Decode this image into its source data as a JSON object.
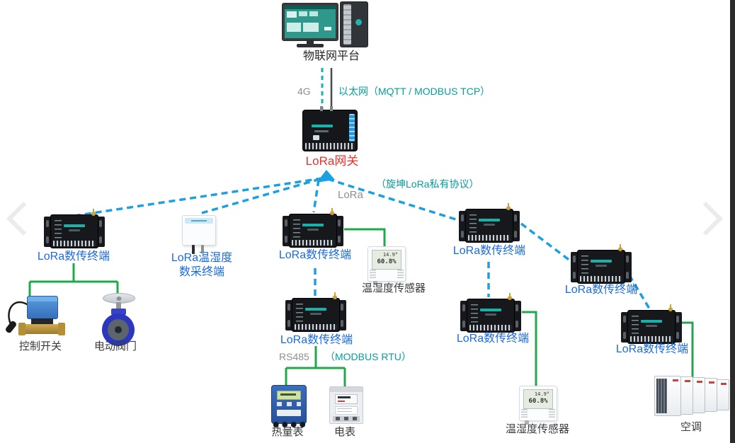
{
  "colors": {
    "lora_dash_blue": "#1ba0e1",
    "cellular_dash_teal": "#14b3ab",
    "ethernet_line_gray": "#4a4a4a",
    "wire_green": "#22a74a",
    "teal_text": "#089c9c",
    "terminal_label_blue": "#1a6bdd",
    "gateway_label_red": "#e8322e",
    "gray_text": "#8f8f8f",
    "dark_text": "#3a3a3a"
  },
  "icons": {
    "nav_prev": "chevron-left-icon",
    "nav_next": "chevron-right-icon"
  },
  "platform": {
    "label": "物联网平台"
  },
  "uplinks": {
    "cellular": "4G",
    "ethernet": "以太网（MQTT / MODBUS TCP）"
  },
  "gateway": {
    "label": "LoRa网关"
  },
  "lora_links": {
    "protocol_note": "（旋坤LoRa私有协议）",
    "medium": "LoRa"
  },
  "terminals": [
    {
      "label": "LoRa数传终端"
    },
    {
      "label": "LoRa数传终端"
    },
    {
      "label": "LoRa数传终端"
    },
    {
      "label": "LoRa数传终端"
    },
    {
      "label": "LoRa数传终端"
    },
    {
      "label": "LoRa数传终端"
    },
    {
      "label": "LoRa数传终端"
    }
  ],
  "collector": {
    "label_line1": "LoRa温湿度",
    "label_line2": "数采终端"
  },
  "sensors": [
    {
      "label": "温湿度传感器",
      "temp": "14.9°",
      "hum": "60.8%"
    },
    {
      "label": "温湿度传感器",
      "temp": "14.9°",
      "hum": "60.8%"
    }
  ],
  "bus": {
    "rs485": "RS485",
    "modbus_rtu": "（MODBUS RTU）"
  },
  "field_devices": {
    "control_switch": "控制开关",
    "electric_valve": "电动阀门",
    "heat_meter": "热量表",
    "electric_meter": "电表",
    "air_conditioner": "空调"
  }
}
